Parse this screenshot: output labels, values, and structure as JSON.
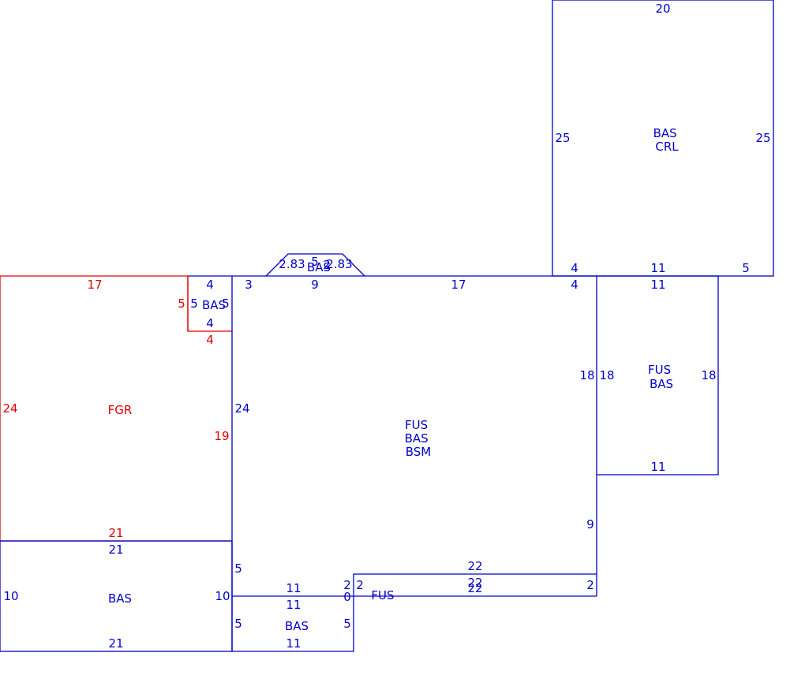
{
  "colors": {
    "blue": "#0000cc",
    "red": "#e00000",
    "background": "#ffffff"
  },
  "areas": {
    "crl": {
      "lines": [
        "BAS",
        "CRL"
      ]
    },
    "main": {
      "lines": [
        "FUS",
        "BAS",
        "BSM"
      ]
    },
    "right_wing": {
      "lines": [
        "FUS",
        "BAS"
      ]
    },
    "fgr": {
      "lines": [
        "FGR"
      ]
    },
    "small_bas": {
      "lines": [
        "BAS"
      ]
    },
    "bay": {
      "lines": [
        "BAS"
      ]
    },
    "bottom_left": {
      "lines": [
        "BAS"
      ]
    },
    "bottom_mid": {
      "lines": [
        "BAS"
      ]
    },
    "fus_strip": {
      "lines": [
        "FUS"
      ]
    }
  },
  "dims": {
    "crl_top": "20",
    "crl_left": "25",
    "crl_right": "25",
    "crl_bottom_a": "4",
    "crl_bottom_b": "11",
    "crl_bottom_c": "5",
    "bay_left": "2.83",
    "bay_top": "5",
    "bay_mid": "2",
    "bay_right": "2.83",
    "bay_base": "9",
    "main_top_a": "3",
    "main_top_b": "17",
    "main_top_c": "4",
    "main_left": "24",
    "main_right_upper": "18",
    "main_right_lower": "9",
    "wing_top": "11",
    "wing_left": "18",
    "wing_right": "18",
    "wing_bottom": "11",
    "fgr_top": "17",
    "fgr_left": "24",
    "fgr_right": "19",
    "fgr_bottom": "21",
    "fgr_notch": "4",
    "sbas_top": "4",
    "sbas_left_red": "5",
    "sbas_left": "5",
    "sbas_right": "5",
    "sbas_bottom": "4",
    "bl_top": "21",
    "bl_left": "10",
    "bl_right": "10",
    "bl_bottom": "21",
    "main_bottom_left_step": "5",
    "main_bottom_a": "11",
    "main_step_up": "2",
    "fus_top": "22",
    "fus_mid1": "22",
    "fus_mid2": "22",
    "fus_left": "2",
    "fus_right": "2",
    "fus_zero": "0",
    "bm_top": "11",
    "bm_left": "5",
    "bm_right": "5",
    "bm_bottom": "11"
  }
}
